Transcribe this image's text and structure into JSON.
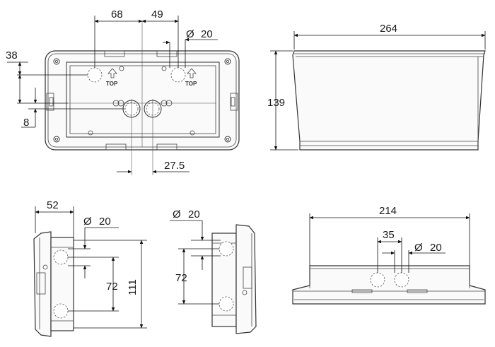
{
  "drawing": {
    "labels": {
      "front_width_left": "68",
      "front_width_right": "49",
      "front_hole_dia": "20",
      "front_height_38": "38",
      "front_offset_8": "8",
      "front_spacing": "27.5",
      "top_marker": "TOP",
      "overall_width": "264",
      "overall_height": "139",
      "side_depth": "52",
      "side_hole_dia": "20",
      "side_hole_spacing": "72",
      "side_height": "111",
      "side2_hole_dia": "20",
      "side2_hole_spacing": "72",
      "bottom_width": "214",
      "bottom_spacing": "35",
      "bottom_hole_dia": "20"
    },
    "diameter_symbol": "Ø"
  }
}
